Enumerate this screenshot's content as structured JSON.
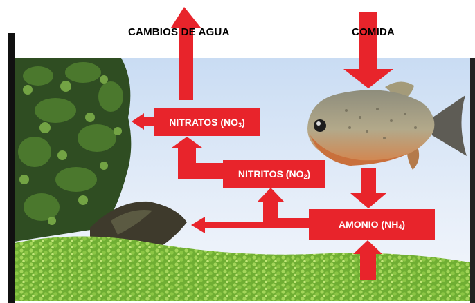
{
  "labels": {
    "water_changes": "CAMBIOS DE AGUA",
    "food": "COMIDA"
  },
  "boxes": {
    "nitrates": {
      "text": "NITRATOS (NO",
      "sub": "3",
      "close": ")"
    },
    "nitrites": {
      "text": "NITRITOS (NO",
      "sub": "2",
      "close": ")"
    },
    "ammonia": {
      "text": "AMONIO (NH",
      "sub": "4",
      "close": ")"
    }
  },
  "colors": {
    "arrow_red": "#e8242b",
    "water_top": "#cfe0f5",
    "water_bottom": "#f2f6fb",
    "gravel": "#7cbf3c",
    "plant_dark": "#2c4a1e",
    "fish_body": "#a9a080",
    "fish_belly": "#d48a55"
  },
  "icons": {
    "fish": "piranha-fish-illustration",
    "plants": "aquarium-plants-illustration",
    "gravel": "gravel-bed-illustration"
  }
}
